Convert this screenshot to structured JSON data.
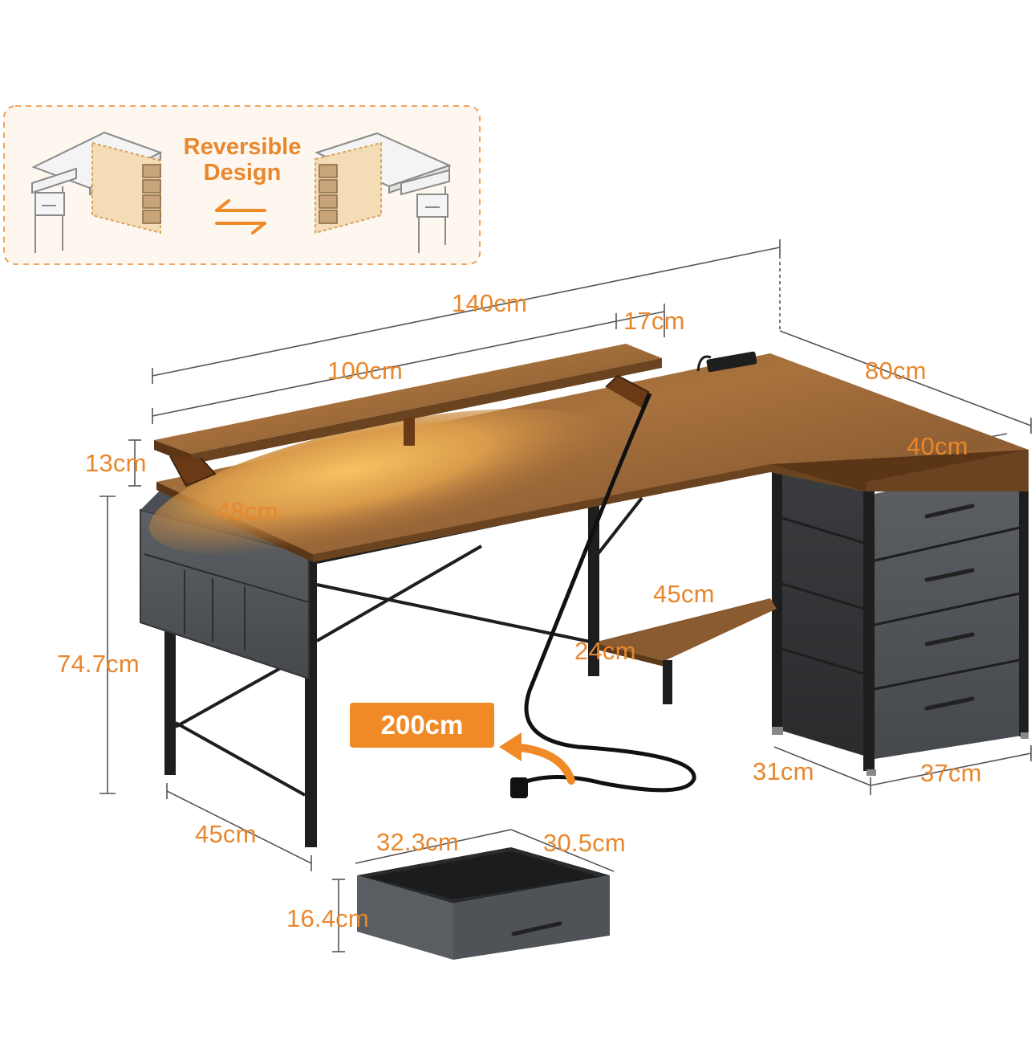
{
  "reversible": {
    "line1": "Reversible",
    "line2": "Design"
  },
  "dimensions": {
    "total_width": "140cm",
    "main_width": "100cm",
    "shelf_offset": "17cm",
    "return_length": "80cm",
    "return_depth": "40cm",
    "riser_height": "13cm",
    "desk_depth": "48cm",
    "height": "74.7cm",
    "shelf_width": "45cm",
    "shelf_depth": "24cm",
    "cable_length": "200cm",
    "leg_depth": "45cm",
    "drawer_unit_depth": "31cm",
    "drawer_unit_width": "37cm",
    "drawer_width": "32.3cm",
    "drawer_depth": "30.5cm",
    "drawer_height": "16.4cm"
  },
  "colors": {
    "accent": "#e8872c",
    "badge": "#f08a26",
    "wood": "#9a6234",
    "fabric": "#55585c",
    "frame": "#1e1e1e"
  }
}
